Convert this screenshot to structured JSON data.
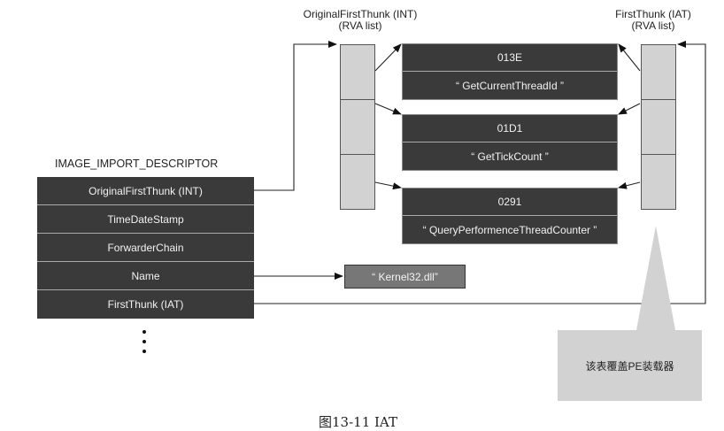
{
  "int_header": {
    "line1": "OriginalFirstThunk  (INT)",
    "line2": "(RVA list)"
  },
  "iat_header": {
    "line1": "FirstThunk  (IAT)",
    "line2": "(RVA list)"
  },
  "descriptor": {
    "title": "IMAGE_IMPORT_DESCRIPTOR",
    "fields": [
      "OriginalFirstThunk  (INT)",
      "TimeDateStamp",
      "ForwarderChain",
      "Name",
      "FirstThunk  (IAT)"
    ]
  },
  "entries": [
    {
      "hint": "013E",
      "name": "“ GetCurrentThreadId ”"
    },
    {
      "hint": "01D1",
      "name": "“ GetTickCount ”"
    },
    {
      "hint": "0291",
      "name": "“ QueryPerformenceThreadCounter ”"
    }
  ],
  "dll_name": "“ Kernel32.dll”",
  "callout": "该表覆盖PE装载器",
  "caption": "图13-11   IAT"
}
